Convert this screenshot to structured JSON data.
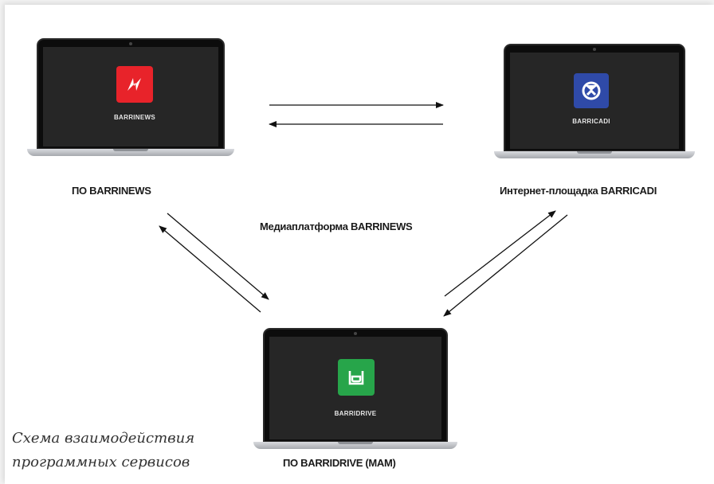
{
  "nodes": {
    "barrinews": {
      "app_name": "BARRINEWS",
      "label": "ПО BARRINEWS",
      "logo_color": "#e8232a"
    },
    "barricadi": {
      "app_name": "BARRICADI",
      "label": "Интернет-площадка BARRICADI",
      "logo_color": "#2f4aa8"
    },
    "barridrive": {
      "app_name": "BARRIDRIVE",
      "label": "ПО BARRIDRIVE (MAM)",
      "logo_color": "#27a54a"
    }
  },
  "platform_label": "Медиаплатформа BARRINEWS",
  "caption": {
    "line1": "Схема взаимодействия",
    "line2": "программных сервисов"
  },
  "colors": {
    "arrow": "#111111",
    "screen": "#262626",
    "background": "#ffffff"
  },
  "icons": {
    "barrinews": "red-n-logo-icon",
    "barricadi": "blue-emblem-logo-icon",
    "barridrive": "green-d-logo-icon"
  }
}
